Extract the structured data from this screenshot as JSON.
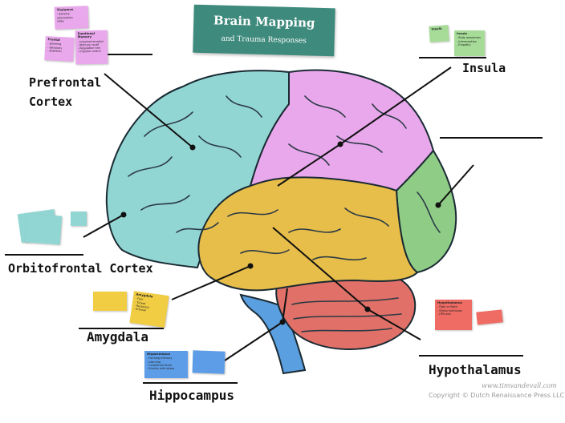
{
  "banner": {
    "title": "Brain Mapping",
    "subtitle": "and Trauma Responses"
  },
  "regions": {
    "prefrontal_line1": "Prefrontal",
    "prefrontal_line2": "Cortex",
    "insula": "Insula",
    "orbitofrontal": "Orbitofrontal Cortex",
    "amygdala": "Amygdala",
    "hippocampus": "Hippocampus",
    "hypothalamus": "Hypothalamus"
  },
  "notes": {
    "prefrontal_a_title": "Thalamus",
    "prefrontal_a_lines": [
      "- Sensory",
      "  information",
      "  relay"
    ],
    "prefrontal_b_title": "Frontal",
    "prefrontal_b_lines": [
      "- planning",
      "- decisions",
      "- attention"
    ],
    "prefrontal_c_title": "Emotional Memory",
    "prefrontal_c_lines": [
      "- Impaired emotion",
      "- Memory recall",
      "- Regulation loss",
      "- Impulse control"
    ],
    "insula_a_title": "Insula",
    "insula_b_title": "Insula",
    "insula_b_lines": [
      "- Body awareness",
      "- Interoception",
      "- Empathy"
    ],
    "amygdala_title": "Amygdala",
    "amygdala_lines": [
      "- Fear",
      "- Threat",
      "- Response",
      "- Arousal"
    ],
    "hippocampus_title": "Hippocampus",
    "hippocampus_lines": [
      "- Forming memory",
      "- Learning",
      "- Contextual recall",
      "- Shrinks with stress"
    ],
    "hypothalamus_title": "Hypothalamus",
    "hypothalamus_lines": [
      "- Fight or flight",
      "- Stress hormones",
      "- HPA axis"
    ]
  },
  "footer": {
    "website": "www.timvandevall.com",
    "copyright": "Copyright © Dutch Renaissance Press LLC"
  },
  "colors": {
    "prefrontal": "#92d6d3",
    "parietal": "#e9a8ec",
    "occipital": "#8fcc86",
    "temporal": "#e8be4a",
    "cerebellum": "#e07068",
    "brainstem": "#5a9fe0",
    "outline": "#1a2a33"
  }
}
